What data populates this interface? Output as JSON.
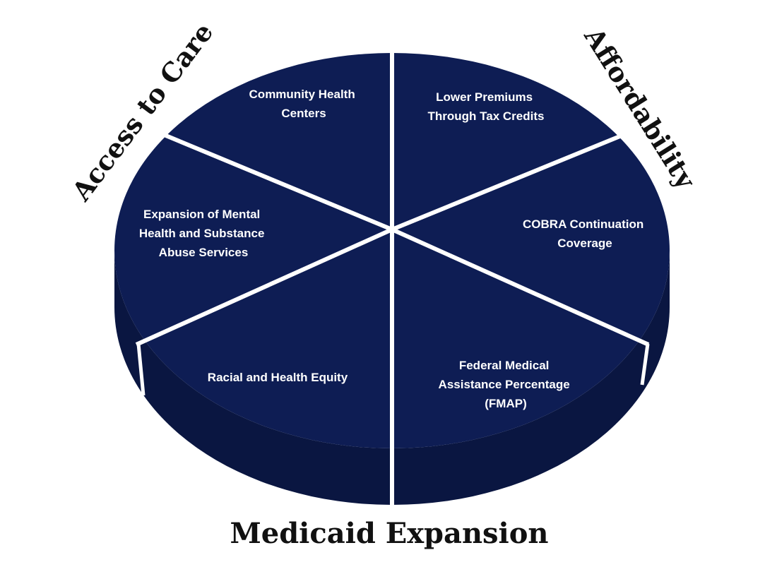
{
  "colors": {
    "top": "#0e1d54",
    "side": "#0a1641",
    "divider": "#ffffff",
    "label_text": "#ffffff",
    "category_text": "#111111"
  },
  "categories": {
    "access_to_care": "Access to Care",
    "affordability": "Affordability",
    "medicaid_expansion": "Medicaid Expansion"
  },
  "segments": [
    {
      "lines": [
        "Community Health",
        "Centers"
      ]
    },
    {
      "lines": [
        "Lower Premiums",
        "Through Tax Credits"
      ]
    },
    {
      "lines": [
        "COBRA Continuation",
        "Coverage"
      ]
    },
    {
      "lines": [
        "Federal Medical",
        "Assistance Percentage",
        "(FMAP)"
      ]
    },
    {
      "lines": [
        "Racial and Health Equity"
      ]
    },
    {
      "lines": [
        "Expansion of Mental",
        "Health and Substance",
        "Abuse Services"
      ]
    }
  ]
}
